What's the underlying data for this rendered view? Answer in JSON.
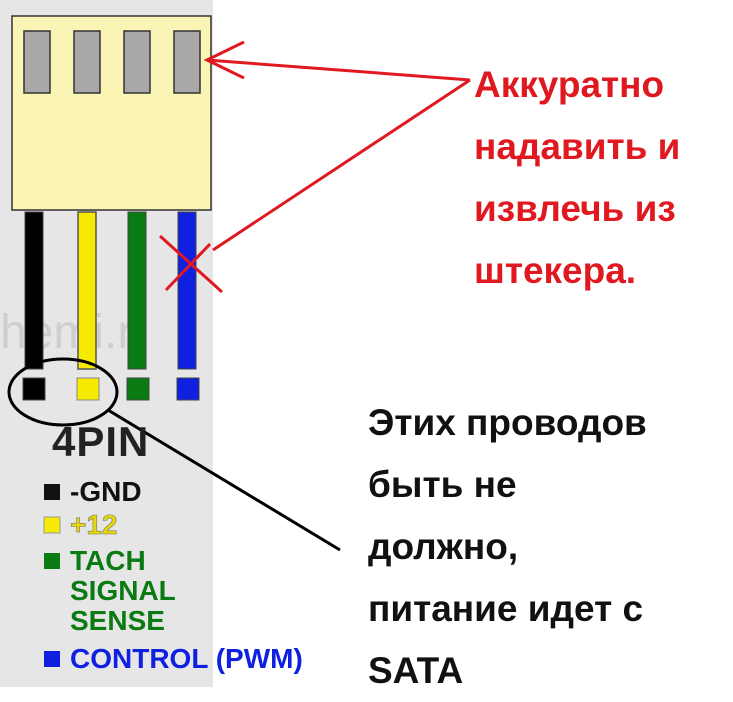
{
  "connector": {
    "pin_label": "4PIN",
    "watermark": "hemi.r"
  },
  "legend": [
    {
      "key": "gnd",
      "text": "-GND",
      "color": "#111111"
    },
    {
      "key": "p12",
      "text": "+12",
      "color": "#f2e400"
    },
    {
      "key": "tach",
      "lines": [
        "TACH",
        "SIGNAL",
        "SENSE"
      ],
      "color": "#0a7a12"
    },
    {
      "key": "ctrl",
      "text": "CONTROL (PWM)",
      "color": "#1020e0"
    }
  ],
  "annotations": {
    "top_note": [
      "Аккуратно",
      "надавить и",
      "извлечь из",
      "штекера."
    ],
    "bottom_note": [
      "Этих проводов",
      "быть не",
      "должно,",
      "питание идет с",
      "SATA"
    ]
  },
  "colors": {
    "red_annotation": "#e01921",
    "black_annotation": "#111111",
    "connector_body": "#faf5b4",
    "pin_slot": "#a8a8a8"
  }
}
